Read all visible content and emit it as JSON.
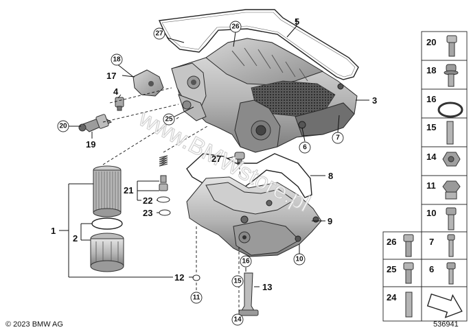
{
  "diagram": {
    "callouts": {
      "c27_top": "27",
      "c26_top": "26",
      "c18_left": "18",
      "c20_left": "20",
      "c25_mid": "25",
      "c6_mid": "6",
      "c7_mid": "7",
      "c22_mid": "22",
      "c23_mid": "23",
      "c10_mid": "10",
      "c16_mid": "16",
      "c15_mid": "15",
      "c11_mid": "11",
      "c14_mid": "14"
    },
    "labels": {
      "l5": "5",
      "l3": "3",
      "l17": "17",
      "l4": "4",
      "l19": "19",
      "l27": "27",
      "l8": "8",
      "l21": "21",
      "l1": "1",
      "l2": "2",
      "l9": "9",
      "l12": "12",
      "l13": "13"
    },
    "watermark": "www.BMWstore.pl",
    "copyright": "© 2023 BMW AG",
    "diagram_id": "536941"
  },
  "parts_table": {
    "rows": [
      {
        "left": "20"
      },
      {
        "left": "18"
      },
      {
        "left": "16"
      },
      {
        "left": "15"
      },
      {
        "left": "14"
      },
      {
        "left": "11"
      },
      {
        "left": "10"
      },
      {
        "left": "26",
        "right": "7"
      },
      {
        "left": "25",
        "right": "6"
      },
      {
        "left": "24"
      }
    ]
  },
  "colors": {
    "metal_light": "#d8d8d8",
    "metal_mid": "#a9a9a9",
    "metal_dark": "#6e6e6e",
    "line": "#111111"
  }
}
